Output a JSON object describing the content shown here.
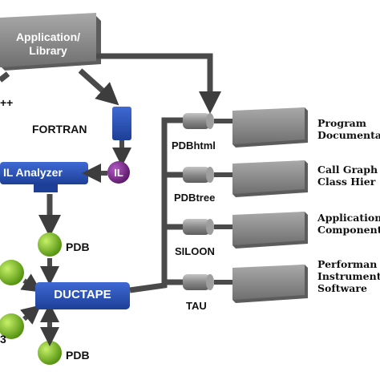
{
  "source_box": {
    "line1": "Application/",
    "line2": "Library"
  },
  "left_edge_text": "++",
  "fortran_label": "FORTRAN",
  "il_analyzer_label": "IL Analyzer",
  "il_badge": "IL",
  "pdb_top_label": "PDB",
  "pdb_bottom_label": "PDB",
  "ductape_label": "DUCTAPE",
  "left_bottom_char": "3",
  "tools": [
    {
      "name": "PDBhtml",
      "output_line1": "Program",
      "output_line2": "Documentation"
    },
    {
      "name": "PDBtree",
      "output_line1": "Call Graph",
      "output_line2": "Class Hier"
    },
    {
      "name": "SILOON",
      "output_line1": "Application",
      "output_line2": "Component"
    },
    {
      "name": "TAU",
      "output_line1": "Performan",
      "output_line2": "Instrument",
      "output_line3": "Software"
    }
  ],
  "colors": {
    "gray_box": "#8c8c8c",
    "blue": "#2b54b8",
    "purple": "#7a2a8a",
    "green": "#7fc31c",
    "arrow": "#4a4a4a"
  }
}
